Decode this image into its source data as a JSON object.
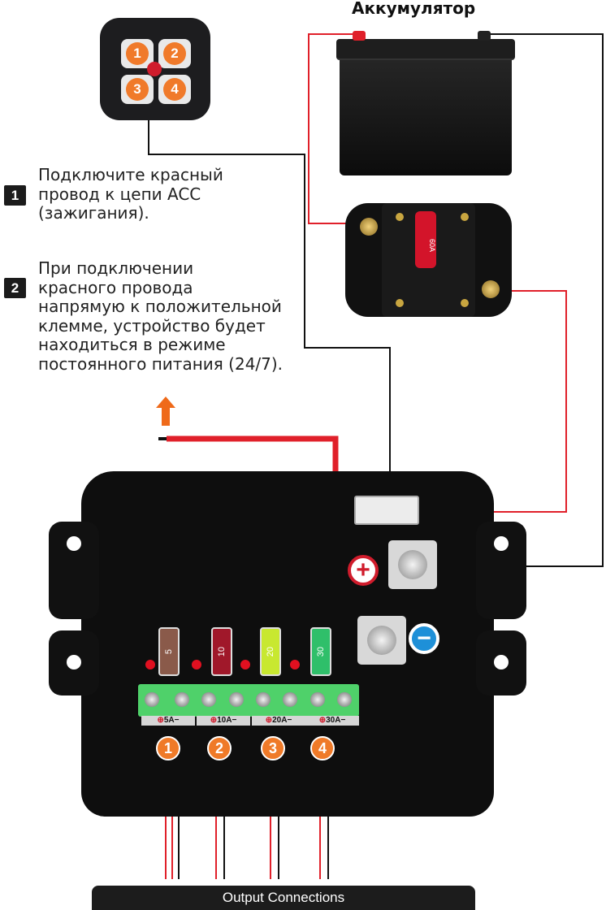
{
  "battery": {
    "title": "Аккумулятор"
  },
  "breaker": {
    "rating": "60A"
  },
  "keypad": {
    "buttons": [
      "1",
      "2",
      "3",
      "4"
    ]
  },
  "instructions": [
    {
      "number": "1",
      "text": "Подключите красный\nпровод к цепи ACC\n(зажигания)."
    },
    {
      "number": "2",
      "text": "При подключении\nкрасного провода\nнапрямую к положительной\nклемме, устройство будет\nнаходиться в режиме\nпостоянного питания (24/7)."
    }
  ],
  "module": {
    "positive_symbol": "+",
    "negative_symbol": "−",
    "fuses": [
      {
        "label": "5",
        "color": "#8a5a4a"
      },
      {
        "label": "10",
        "color": "#a0182a"
      },
      {
        "label": "20",
        "color": "#c8e830"
      },
      {
        "label": "30",
        "color": "#2fbf6a"
      }
    ],
    "terminal_labels": [
      "5A",
      "10A",
      "20A",
      "30A"
    ],
    "outputs": [
      "1",
      "2",
      "3",
      "4"
    ]
  },
  "output_bar": {
    "label": "Output Connections"
  },
  "colors": {
    "wire_red": "#e0202a",
    "accent_orange": "#ef7a28"
  }
}
